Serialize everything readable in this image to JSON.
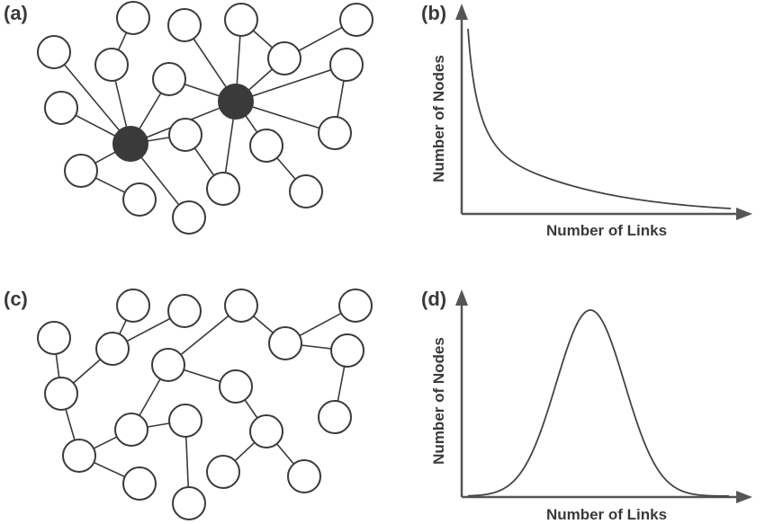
{
  "panels": {
    "a": {
      "label": "(a)"
    },
    "b": {
      "label": "(b)",
      "xlabel": "Number of Links",
      "ylabel": "Number of Nodes"
    },
    "c": {
      "label": "(c)"
    },
    "d": {
      "label": "(d)",
      "xlabel": "Number of Links",
      "ylabel": "Number of Nodes"
    }
  },
  "colors": {
    "ink": "#3a3a3a",
    "axis": "#555555",
    "background": "#ffffff"
  }
}
